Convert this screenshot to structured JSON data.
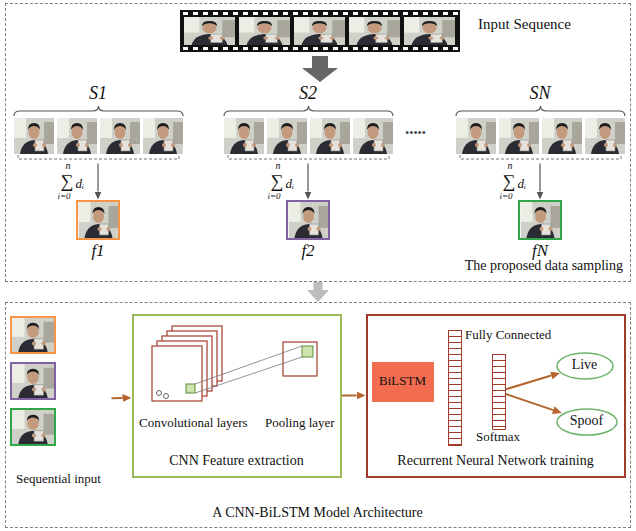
{
  "diagram": {
    "nodes": [
      {
        "text": [
          "The proposed data sampling"
        ]
      },
      {
        "text": [
          "S1"
        ],
        "in": 0
      },
      {
        "text": [
          "S2"
        ],
        "in": 0
      },
      {
        "text": [
          "SN"
        ],
        "in": 0
      },
      {
        "text": [
          "f1"
        ],
        "in": 0
      },
      {
        "text": [
          "f2"
        ],
        "in": 0
      },
      {
        "text": [
          "fN"
        ],
        "in": 0
      },
      {
        "text": [
          "A CNN-BiLSTM Model Architecture"
        ]
      },
      {
        "text": [
          "Sequential input"
        ],
        "in": 7
      },
      {
        "text": [
          "CNN Feature extraction"
        ],
        "in": 7
      },
      {
        "text": [
          "Recurrent Neural Network training"
        ],
        "in": 7
      },
      {
        "text": [
          "BiLSTM"
        ],
        "in": 10
      },
      {
        "text": [
          "Fully Connected"
        ],
        "in": 10
      },
      {
        "text": [
          "Softmax"
        ],
        "in": 10
      },
      {
        "text": [
          "Live"
        ],
        "in": 10
      },
      {
        "text": [
          "Spoof"
        ],
        "in": 10
      }
    ],
    "edges": [
      {
        "from": 1,
        "to": 4,
        "arrow": "to"
      },
      {
        "from": 2,
        "to": 5,
        "arrow": "to"
      },
      {
        "from": 3,
        "to": 6,
        "arrow": "to"
      },
      {
        "from": 0,
        "to": 7,
        "arrow": "to"
      },
      {
        "from": 8,
        "to": 9,
        "arrow": "to"
      },
      {
        "from": 9,
        "to": 10,
        "arrow": "to"
      },
      {
        "from": 13,
        "to": 14,
        "arrow": "to"
      },
      {
        "from": 13,
        "to": 15,
        "arrow": "to"
      }
    ],
    "labels": [
      "Input Sequence",
      "n",
      "∑",
      "i=0",
      "dᵢ",
      "n",
      "∑",
      "i=0",
      "dᵢ",
      "n",
      "∑",
      "i=0",
      "dᵢ",
      "•••••",
      "Convolutional layers",
      "Pooling layer"
    ]
  }
}
